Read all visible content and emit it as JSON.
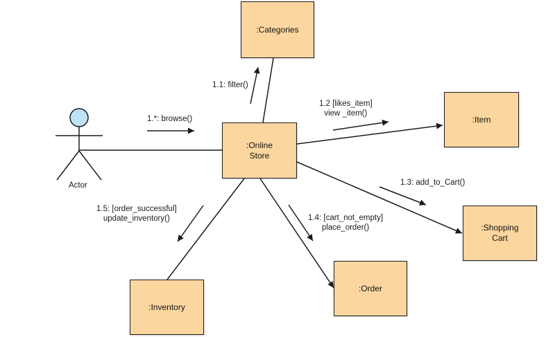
{
  "colors": {
    "box_fill": "#fcd69f",
    "line": "#1a1a1a",
    "actor_head": "#bfe3f6"
  },
  "actor": {
    "label": "Actor"
  },
  "objects": {
    "categories": ":Categories",
    "online_store": ":Online\nStore",
    "item": ":Item",
    "shopping_cart": ":Shopping\nCart",
    "order": ":Order",
    "inventory": ":Inventory"
  },
  "messages": {
    "browse": "1.*: browse()",
    "filter": "1.1: filter()",
    "view_item_guard": "1.2 [likes_item]",
    "view_item_call": "view _item()",
    "add_to_cart": "1.3: add_to_Cart()",
    "place_order_guard": "1.4: [cart_not_empty]",
    "place_order_call": "place_order()",
    "update_inventory_guard": "1.5: [order_successful]",
    "update_inventory_call": "update_inventory()"
  }
}
